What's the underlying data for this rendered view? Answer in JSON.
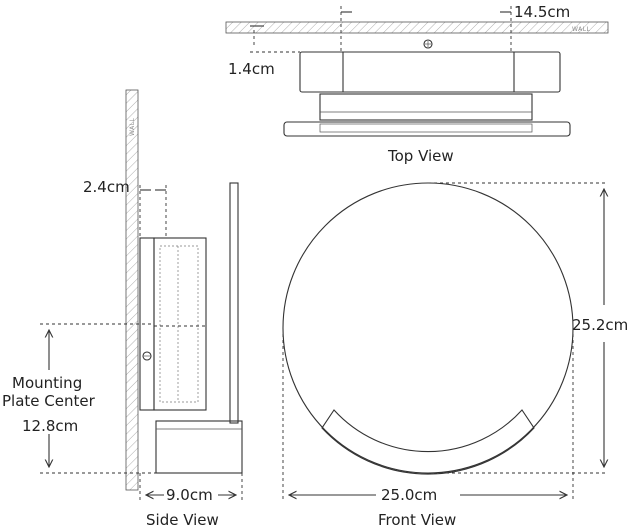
{
  "views": {
    "top": "Top View",
    "side": "Side View",
    "front": "Front View"
  },
  "wall_label": "WALL",
  "dimensions": {
    "top_depth": "14.5cm",
    "top_offset": "1.4cm",
    "side_offset": "2.4cm",
    "mounting_label_line1": "Mounting",
    "mounting_label_line2": "Plate Center",
    "mounting_height": "12.8cm",
    "side_depth": "9.0cm",
    "front_width": "25.0cm",
    "front_height": "25.2cm"
  }
}
